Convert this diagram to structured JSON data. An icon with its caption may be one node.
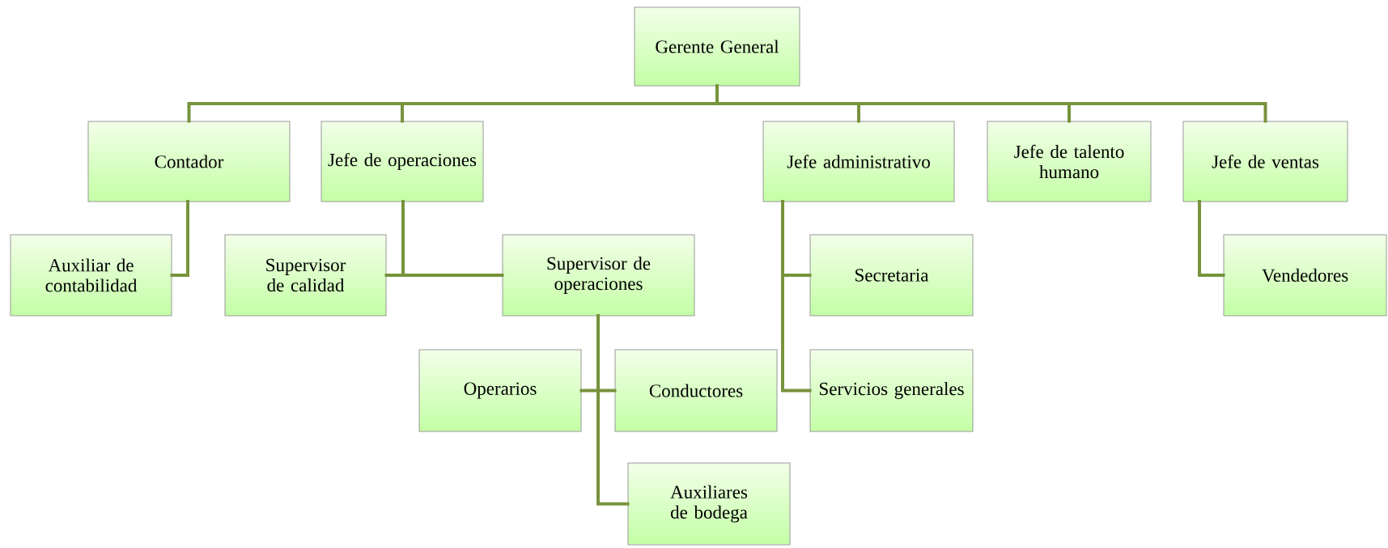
{
  "diagram": {
    "nodes": [
      {
        "text": [
          "Gerente General"
        ]
      },
      {
        "text": [
          "Contador"
        ]
      },
      {
        "text": [
          "Jefe de operaciones"
        ]
      },
      {
        "text": [
          "Jefe administrativo"
        ]
      },
      {
        "text": [
          "Jefe de talento humano"
        ]
      },
      {
        "text": [
          "Jefe de ventas"
        ]
      },
      {
        "text": [
          "Auxiliar de contabilidad"
        ]
      },
      {
        "text": [
          "Supervisor de calidad"
        ]
      },
      {
        "text": [
          "Supervisor de operaciones"
        ]
      },
      {
        "text": [
          "Secretaria"
        ]
      },
      {
        "text": [
          "Vendedores"
        ]
      },
      {
        "text": [
          "Operarios"
        ]
      },
      {
        "text": [
          "Conductores"
        ]
      },
      {
        "text": [
          "Servicios generales"
        ]
      },
      {
        "text": [
          "Auxiliares de bodega"
        ]
      }
    ],
    "edges": [
      {
        "from": 0,
        "to": 1,
        "arrow": "none"
      },
      {
        "from": 0,
        "to": 2,
        "arrow": "none"
      },
      {
        "from": 0,
        "to": 3,
        "arrow": "none"
      },
      {
        "from": 0,
        "to": 4,
        "arrow": "none"
      },
      {
        "from": 0,
        "to": 5,
        "arrow": "none"
      },
      {
        "from": 1,
        "to": 6,
        "arrow": "none"
      },
      {
        "from": 2,
        "to": 7,
        "arrow": "none"
      },
      {
        "from": 2,
        "to": 8,
        "arrow": "none"
      },
      {
        "from": 3,
        "to": 9,
        "arrow": "none"
      },
      {
        "from": 3,
        "to": 13,
        "arrow": "none"
      },
      {
        "from": 5,
        "to": 10,
        "arrow": "none"
      },
      {
        "from": 8,
        "to": 11,
        "arrow": "none"
      },
      {
        "from": 8,
        "to": 12,
        "arrow": "none"
      },
      {
        "from": 8,
        "to": 14,
        "arrow": "none"
      }
    ]
  }
}
